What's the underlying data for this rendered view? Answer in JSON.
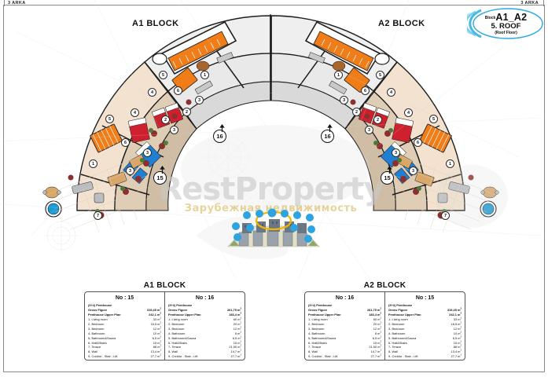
{
  "page": {
    "corner_label_left": "3 ARKA",
    "corner_label_right": "3 ARKA",
    "watermark_main": "RestProperty",
    "watermark_sub": "Зарубежная недвижимость"
  },
  "badge": {
    "block_prefix": "Block",
    "block_code": "A1_A2",
    "floor_line": "5. ROOF",
    "floor_sub": "(Roof Floor)",
    "accent": "#29a9e1"
  },
  "plan": {
    "a1_title": "A1 BLOCK",
    "a2_title": "A2 BLOCK",
    "markers": [
      {
        "id": "m-a1-15",
        "label": "15"
      },
      {
        "id": "m-a1-16",
        "label": "16"
      },
      {
        "id": "m-a2-16",
        "label": "16"
      },
      {
        "id": "m-a2-15",
        "label": "15"
      }
    ],
    "room_chips": [
      "1",
      "2",
      "3",
      "3",
      "4",
      "5",
      "6",
      "7",
      "1",
      "2",
      "3",
      "3",
      "4",
      "5",
      "6",
      "7"
    ]
  },
  "tables": [
    {
      "id": "a1",
      "title": "A1 BLOCK",
      "columns": [
        {
          "unit_no": "No : 15",
          "type": "(3+2) Penthouse",
          "gross_label": "Gross Figure",
          "gross_value": "319,45 m",
          "upper_label": "Penthouse Upper Plan",
          "upper_value": "242,1 m",
          "rows": [
            {
              "label": "1- Living room",
              "value": "33 m"
            },
            {
              "label": "2- Bedroom",
              "value": "16,5 m"
            },
            {
              "label": "3- Bedroom",
              "value": "12 m"
            },
            {
              "label": "4- Bathroom",
              "value": "10 m"
            },
            {
              "label": "5- Bathroom&Sauna",
              "value": "6,5 m"
            },
            {
              "label": "6- Hall&Stairs",
              "value": "15 m"
            },
            {
              "label": "7- Terace",
              "value": "88 m"
            },
            {
              "label": "8- Wall",
              "value": "13,4 m"
            },
            {
              "label": "9- Coridor - Stair - Lift",
              "value": "27,7 m"
            }
          ]
        },
        {
          "unit_no": "No : 16",
          "type": "(3+2) Penthouse",
          "gross_label": "Gross Figure",
          "gross_value": "261,75 m",
          "upper_label": "Penthouse Upper Plan",
          "upper_value": "183,4 m",
          "rows": [
            {
              "label": "1- Living room",
              "value": "60 m"
            },
            {
              "label": "2- Bedroom",
              "value": "20 m"
            },
            {
              "label": "3- Bedroom",
              "value": "12 m"
            },
            {
              "label": "4- Bathroom",
              "value": "6 m"
            },
            {
              "label": "5- Bathroom&Sauna",
              "value": "6,5 m"
            },
            {
              "label": "6- Hall&Stairs",
              "value": "15 m"
            },
            {
              "label": "7- Terace",
              "value": "21,50 m"
            },
            {
              "label": "8- Wall",
              "value": "14,7 m"
            },
            {
              "label": "9- Coridor - Stair - Lift",
              "value": "27,7 m"
            }
          ]
        }
      ]
    },
    {
      "id": "a2",
      "title": "A2 BLOCK",
      "columns": [
        {
          "unit_no": "No : 16",
          "type": "(3+2) Penthouse",
          "gross_label": "Gross Figure",
          "gross_value": "261,75 m",
          "upper_label": "Penthouse Upper Plan",
          "upper_value": "183,4 m",
          "rows": [
            {
              "label": "1- Living room",
              "value": "60 m"
            },
            {
              "label": "2- Bedroom",
              "value": "20 m"
            },
            {
              "label": "3- Bedroom",
              "value": "12 m"
            },
            {
              "label": "4- Bathroom",
              "value": "6 m"
            },
            {
              "label": "5- Bathroom&Sauna",
              "value": "6,5 m"
            },
            {
              "label": "6- Hall&Stairs",
              "value": "15 m"
            },
            {
              "label": "7- Terace",
              "value": "21,50 m"
            },
            {
              "label": "8- Wall",
              "value": "14,7 m"
            },
            {
              "label": "9- Coridor - Stair - Lift",
              "value": "27,7 m"
            }
          ]
        },
        {
          "unit_no": "No : 15",
          "type": "(3+2) Penthouse",
          "gross_label": "Gross Figure",
          "gross_value": "319,45 m",
          "upper_label": "Penthouse Upper Plan",
          "upper_value": "242,1 m",
          "rows": [
            {
              "label": "1- Living room",
              "value": "33 m"
            },
            {
              "label": "2- Bedroom",
              "value": "16,5 m"
            },
            {
              "label": "3- Bedroom",
              "value": "12 m"
            },
            {
              "label": "4- Bathroom",
              "value": "10 m"
            },
            {
              "label": "5- Bathroom&Sauna",
              "value": "6,5 m"
            },
            {
              "label": "6- Hall&Stairs",
              "value": "15 m"
            },
            {
              "label": "7- Terace",
              "value": "88 m"
            },
            {
              "label": "8- Wall",
              "value": "13,4 m"
            },
            {
              "label": "9- Coridor - Stair - Lift",
              "value": "27,7 m"
            }
          ]
        }
      ]
    }
  ],
  "colors": {
    "terrace": "#f2e2cf",
    "interior": "#e9e9e9",
    "wood": "#d9a76a",
    "stairs_orange": "#f07d18",
    "pool_blue": "#1a9ad7",
    "bed_red": "#cf2030",
    "bed_blue": "#1f7fd0",
    "wall": "#1d1d1d",
    "plant": "#8c2f2f"
  }
}
